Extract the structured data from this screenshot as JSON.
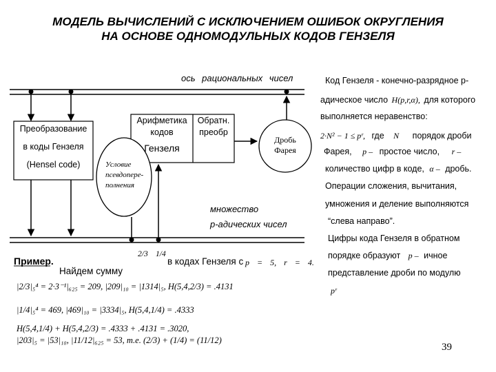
{
  "title": {
    "line1": "МОДЕЛЬ ВЫЧИСЛЕНИЙ С ИСКЛЮЧЕНИЕМ ОШИБОК ОКРУГЛЕНИЯ",
    "line2": "НА ОСНОВЕ ОДНОМОДУЛЬНЫХ КОДОВ ГЕНЗЕЛЯ"
  },
  "diagram": {
    "axis_rational": "ось рациональных чисел",
    "axis_padic_1": "множество",
    "axis_padic_2": "р-адических чисел",
    "box_convert": [
      "Преобразование",
      "в коды Гензеля",
      "(Hensel code)"
    ],
    "box_arith": [
      "Арифметика",
      "кодов",
      "Гензеля"
    ],
    "box_inverse": [
      "Обратн.",
      "преобр"
    ],
    "ellipse_condition": [
      "Условие",
      "псевдопере-",
      "полнения"
    ],
    "circle_farey": [
      "Дробь",
      "Фарея"
    ]
  },
  "right_text": {
    "l1": "Код Гензеля - конечно-разрядное р-",
    "l2a": "адическое число",
    "l2m": "H(p,r,α),",
    "l2b": "для которого",
    "l3": "выполняется неравенство:",
    "l4m": "2·N² − 1 ≤ pʳ,",
    "l4a": "где",
    "l4n": "N",
    "l4b": "порядок дроби",
    "l5a": "Фарея,",
    "l5m": "p –",
    "l5b": "простое число,",
    "l5r": "r –",
    "l6a": "количество цифр в коде,",
    "l6m": "α –",
    "l6b": "дробь.",
    "l7": "Операции сложения, вычитания,",
    "l8": "умножения и деление выполняются",
    "l9": "“слева направо”.",
    "l10": "Цифры кода Гензеля в обратном",
    "l11a": "порядке образуют",
    "l11m": "p –",
    "l11b": "ичное",
    "l12": "представление дроби по модулю",
    "l13m": "pʳ"
  },
  "example": {
    "title": "Пример.",
    "frac1": "2/3",
    "frac2": "1/4",
    "in_codes": "в кодах Гензеля с",
    "params": "p = 5, r = 4.",
    "find_sum": "Найдем сумму",
    "line1": "|2/3|₅⁴ = 2·3⁻¹|₆₂₅ = 209, |209|₁₀ = |1314|₅, H(5,4,2/3) = .4131",
    "line2": "|1/4|₅⁴ = 469, |469|₁₀ = |3334|₅, H(5,4,1/4) = .4333",
    "line3": "H(5,4,1/4) + H(5,4,2/3) = .4333 + .4131 = .3020,",
    "line4a": "|203|₅ = |53|₁₀, |11/12|₆₂₅ = 53, т.е. (2/3) + (1/4) = (11/12)"
  },
  "page_number": "39"
}
